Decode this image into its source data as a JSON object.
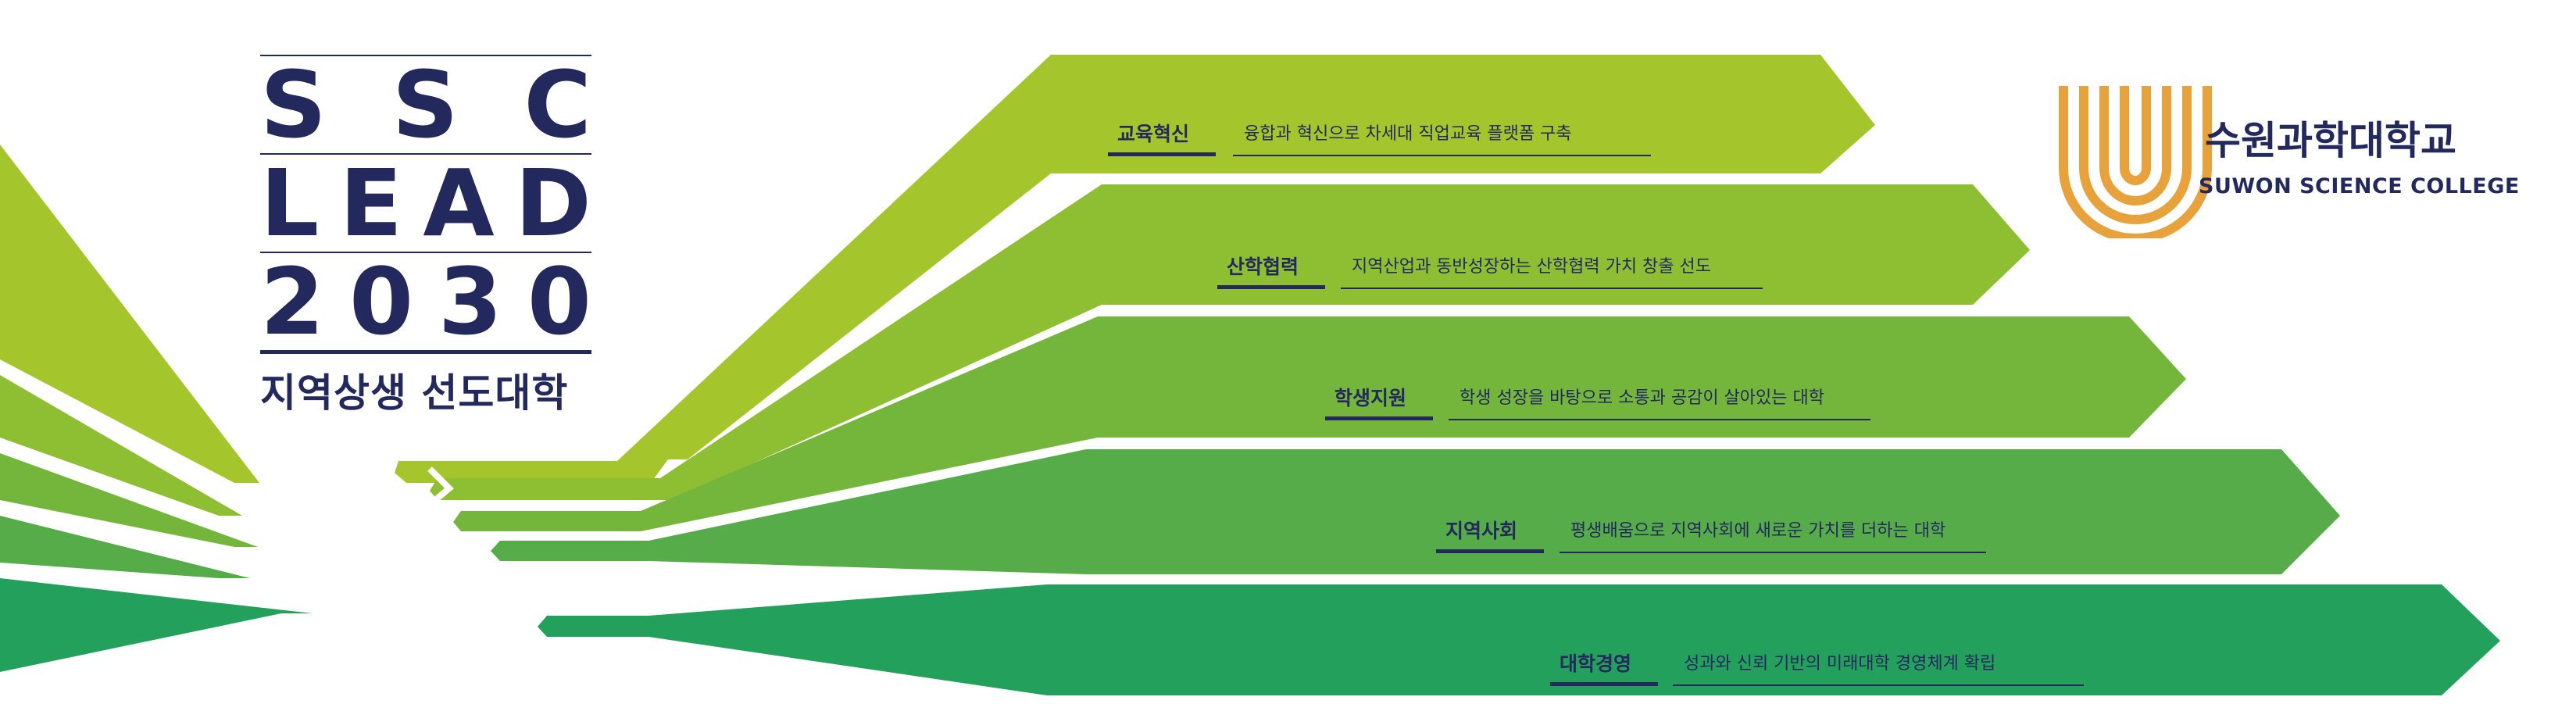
{
  "title": {
    "line1": [
      "S",
      "S",
      "C"
    ],
    "line2": [
      "L",
      "E",
      "A",
      "D"
    ],
    "line3": [
      "2",
      "0",
      "3",
      "0"
    ],
    "slogan": "지역상생 선도대학"
  },
  "pillars": [
    {
      "label": "교육혁신",
      "desc": "융합과 혁신으로 차세대 직업교육 플랫폼 구축"
    },
    {
      "label": "산학협력",
      "desc": "지역산업과 동반성장하는 산학협력 가치 창출 선도"
    },
    {
      "label": "학생지원",
      "desc": "학생 성장을 바탕으로 소통과 공감이 살아있는 대학"
    },
    {
      "label": "지역사회",
      "desc": "평생배움으로 지역사회에 새로운 가치를 더하는 대학"
    },
    {
      "label": "대학경영",
      "desc": "성과와 신뢰 기반의 미래대학 경영체계 확립"
    }
  ],
  "school": {
    "name_ko": "수원과학대학교",
    "name_en": "SUWON SCIENCE COLLEGE"
  },
  "colors": {
    "navy": "#23295c",
    "orange": "#e8a23c",
    "band1": "#a4c62c",
    "band2": "#8ebf32",
    "band3": "#74b63c",
    "band4": "#55ac48",
    "band5": "#23a15c"
  }
}
